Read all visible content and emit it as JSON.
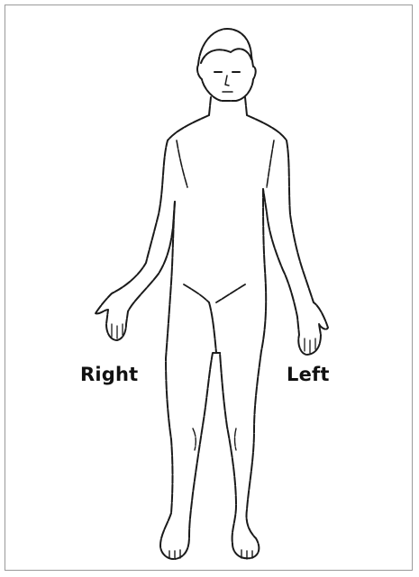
{
  "diagram": {
    "labels": {
      "right": "Right",
      "left": "Left"
    },
    "colors": {
      "outline": "#1a1a1a",
      "frame": "#9a9a9a",
      "background": "#ffffff"
    },
    "figure": "human-body-front-view"
  }
}
